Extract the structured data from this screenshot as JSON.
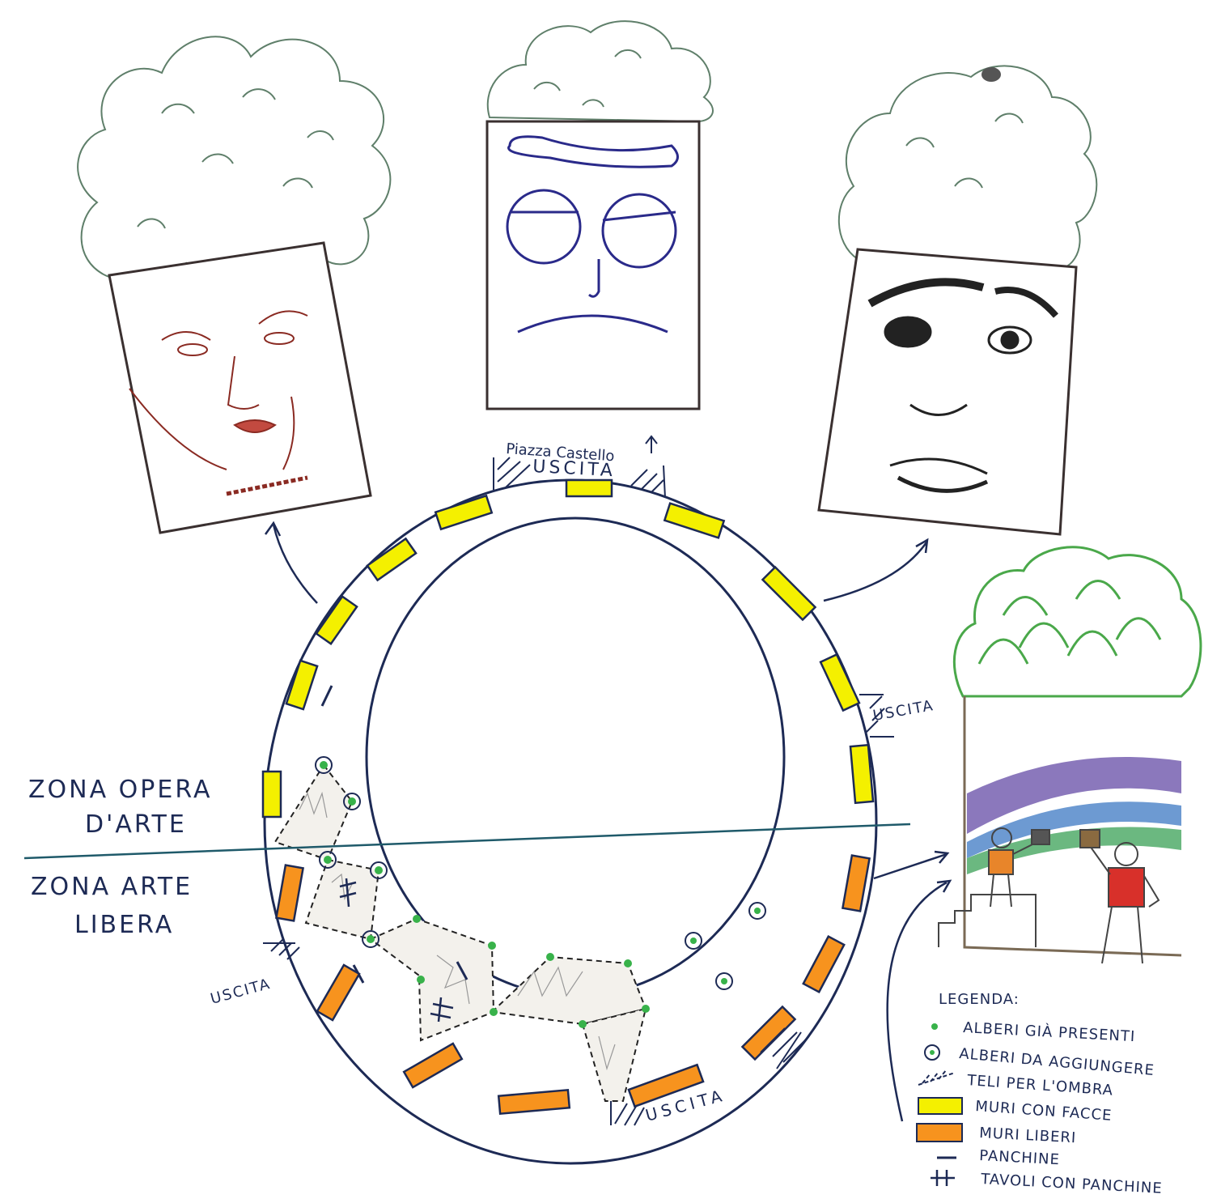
{
  "labels": {
    "piazza": "Piazza Castello",
    "exit_top": "USCITA",
    "exit_right": "USCITA",
    "exit_left": "USCITA",
    "exit_bottom": "USCITA",
    "zone_art_1": "ZONA OPERA",
    "zone_art_2": "D'ARTE",
    "zone_free_1": "ZONA ARTE",
    "zone_free_2": "LIBERA"
  },
  "legend": {
    "title": "LEGENDA:",
    "items": [
      "ALBERI GIÀ PRESENTI",
      "ALBERI DA AGGIUNGERE",
      "TELI PER L'OMBRA",
      "MURI CON FACCE",
      "MURI LIBERI",
      "PANCHINE",
      "TAVOLI CON PANCHINE"
    ]
  },
  "colors": {
    "ink": "#1d2a55",
    "wall_faces": "#f4f000",
    "wall_free": "#f7931e",
    "tree_existing": "#38b24a",
    "tree_outline": "#5f7f6a",
    "face_woman": "#8a2a22"
  }
}
